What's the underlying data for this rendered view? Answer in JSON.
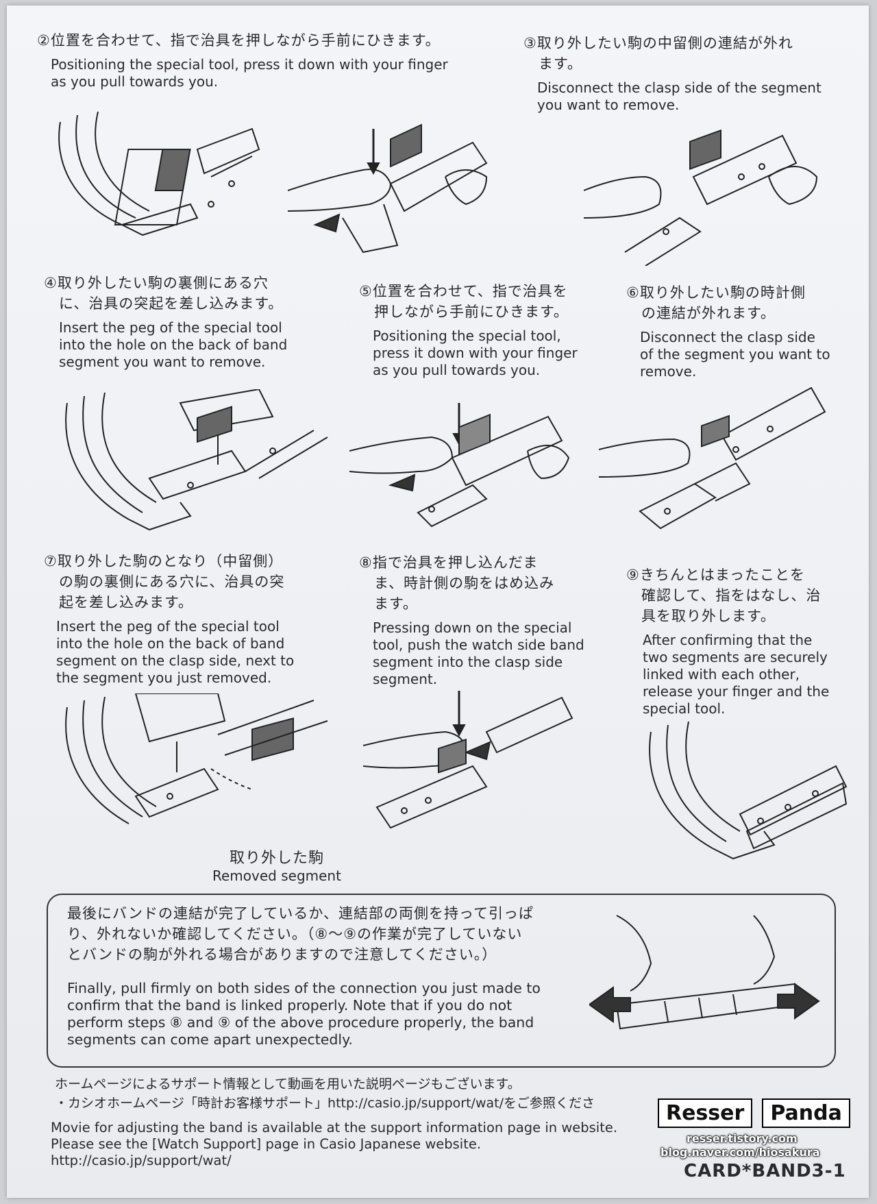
{
  "steps": [
    {
      "jp": "②位置を合わせて、指で治具を押しながら手前にひきます。",
      "en": "Positioning the special tool, press it down with your finger\nas you pull towards you."
    },
    {
      "jp": "③取り外したい駒の中留側の連結が外れ\n　ます。",
      "en": "Disconnect the clasp side of the segment\nyou want to remove."
    },
    {
      "jp": "④取り外したい駒の裏側にある穴\n　に、治具の突起を差し込みます。",
      "en": "Insert the peg of the special tool\ninto the hole on the back of band\nsegment you want to remove."
    },
    {
      "jp": "⑤位置を合わせて、指で治具を\n　押しながら手前にひきます。",
      "en": "Positioning the special tool,\npress it down with your finger\nas you pull towards you."
    },
    {
      "jp": "⑥取り外したい駒の時計側\n　の連結が外れます。",
      "en": "Disconnect the clasp side\nof the segment you want to\nremove."
    },
    {
      "jp": "⑦取り外した駒のとなり（中留側）\n　の駒の裏側にある穴に、治具の突\n　起を差し込みます。",
      "en": "Insert the peg of the special tool\ninto the hole on the back of band\nsegment on the clasp side, next to\nthe segment you just removed."
    },
    {
      "jp": "⑧指で治具を押し込んだま\n　ま、時計側の駒をはめ込み\n　ます。",
      "en": "Pressing down on the special\ntool, push the watch side band\nsegment into the clasp side\nsegment."
    },
    {
      "jp": "⑨きちんとはまったことを\n　確認して、指をはなし、治\n　具を取り外します。",
      "en": "After confirming that the\ntwo segments are securely\nlinked with each other,\nrelease your finger and the\nspecial tool."
    }
  ],
  "removed_label": {
    "jp": "取り外した駒",
    "en": "Removed segment"
  },
  "final_box": {
    "jp": "最後にバンドの連結が完了しているか、連結部の両側を持って引っぱ\nり、外れないか確認してください。（⑧～⑨の作業が完了していない\nとバンドの駒が外れる場合がありますので注意してください。）",
    "en": "Finally, pull firmly on both sides of the connection you just made to\nconfirm that the band is linked properly. Note that if you do not\nperform steps ⑧ and ⑨ of the above procedure properly, the band\nsegments can come apart unexpectedly."
  },
  "footer": {
    "jp": "ホームページによるサポート情報として動画を用いた説明ページもございます。\n・カシオホームページ「時計お客様サポート」http://casio.jp/support/wat/をご参照くださ",
    "en": "Movie for adjusting the band is available at the support information page in website.\nPlease see the [Watch Support] page in Casio Japanese website.\nhttp://casio.jp/support/wat/",
    "code": "CARD*BAND3-1"
  },
  "watermark": {
    "left": "Resser",
    "right": "Panda",
    "line1": "resser.tistory.com",
    "line2": "blog.naver.com/hiosakura"
  }
}
